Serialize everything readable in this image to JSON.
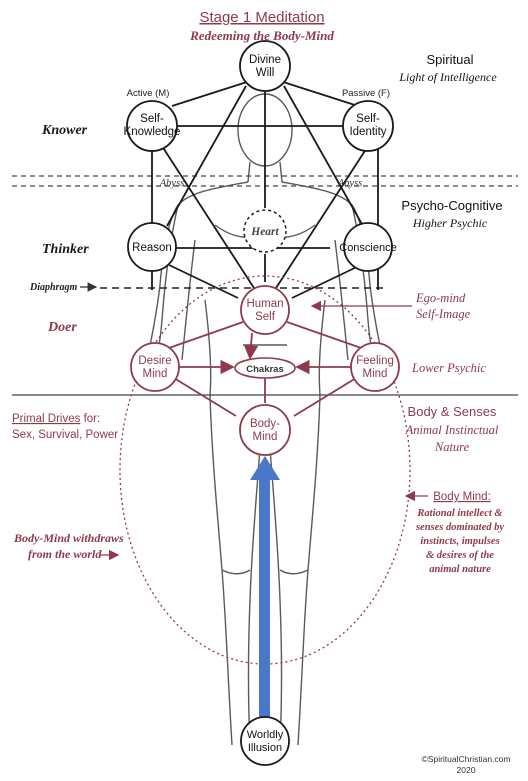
{
  "title": "Stage 1 Meditation",
  "subtitle": "Redeeming the Body-Mind",
  "colors": {
    "ink": "#1a1a1a",
    "maroon": "#8e3a4c",
    "arrow_blue": "#4a78c8",
    "figure": "#555555"
  },
  "nodes": {
    "divine_will": [
      "Divine",
      "Will"
    ],
    "self_knowledge": [
      "Self-",
      "Knowledge"
    ],
    "self_identity": [
      "Self-",
      "Identity"
    ],
    "heart": "Heart",
    "reason": "Reason",
    "conscience": "Conscience",
    "human_self": [
      "Human",
      "Self"
    ],
    "desire_mind": [
      "Desire",
      "Mind"
    ],
    "chakras": "Chakras",
    "feeling_mind": [
      "Feeling",
      "Mind"
    ],
    "body_mind": [
      "Body-",
      "Mind"
    ],
    "worldly_illusion": [
      "Worldly",
      "Illusion"
    ]
  },
  "labels": {
    "active": "Active (M)",
    "passive": "Passive (F)",
    "abyss_left": "Abyss",
    "abyss_right": "Abyss",
    "diaphragm": "Diaphragm",
    "knower": "Knower",
    "thinker": "Thinker",
    "doer": "Doer"
  },
  "right_column": {
    "spiritual": "Spiritual",
    "light_of_intelligence": "Light of Intelligence",
    "psycho_cognitive": "Psycho-Cognitive",
    "higher_psychic": "Higher Psychic",
    "ego_mind": "Ego-mind",
    "self_image": "Self-Image",
    "lower_psychic": "Lower Psychic",
    "body_senses": "Body & Senses",
    "animal_instinctual": "Animal Instinctual",
    "nature": "Nature",
    "body_mind_heading": "Body Mind:",
    "body_mind_desc": [
      "Rational intellect &",
      "senses dominated by",
      "instincts, impulses",
      "& desires of the",
      "animal nature"
    ]
  },
  "left_column": {
    "primal_drives": "Primal Drives",
    "primal_for": " for:",
    "primal_list": "Sex, Survival, Power",
    "withdraws": [
      "Body-Mind withdraws",
      "from the world"
    ]
  },
  "footer": {
    "copyright": "©SpiritualChristian.com",
    "year": "2020"
  }
}
